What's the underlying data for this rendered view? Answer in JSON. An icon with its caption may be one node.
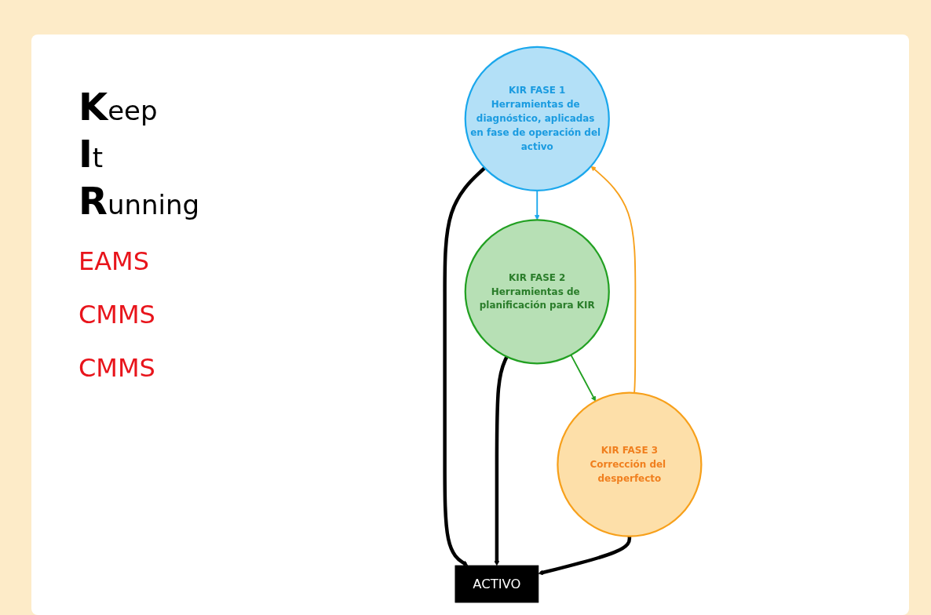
{
  "diagram": {
    "nodes": [
      {
        "text": [
          "KIR FASE 1",
          "Herramientas de diagnóstico, aplicadas en fase de operación del activo"
        ]
      },
      {
        "text": [
          "KIR FASE 2",
          "Herramientas de planificación para KIR"
        ]
      },
      {
        "text": [
          "KIR FASE 3",
          "Corrección del desperfecto"
        ]
      },
      {
        "text": [
          "ACTIVO"
        ]
      }
    ],
    "edges": [
      {
        "from": 0,
        "to": 1,
        "arrow": "to",
        "color": "#1aa7ec"
      },
      {
        "from": 1,
        "to": 2,
        "arrow": "to",
        "color": "#22a022"
      },
      {
        "from": 2,
        "to": 0,
        "arrow": "to",
        "color": "#f7a01b"
      },
      {
        "from": 0,
        "to": 3,
        "arrow": "to",
        "style": "thick",
        "color": "#000000"
      },
      {
        "from": 1,
        "to": 3,
        "arrow": "to",
        "style": "thick",
        "color": "#000000"
      },
      {
        "from": 2,
        "to": 3,
        "arrow": "to",
        "style": "thick",
        "color": "#000000"
      }
    ],
    "labels": [
      "Keep",
      "It",
      "Running",
      "EAMS",
      "CMMS",
      "CMMS"
    ]
  }
}
